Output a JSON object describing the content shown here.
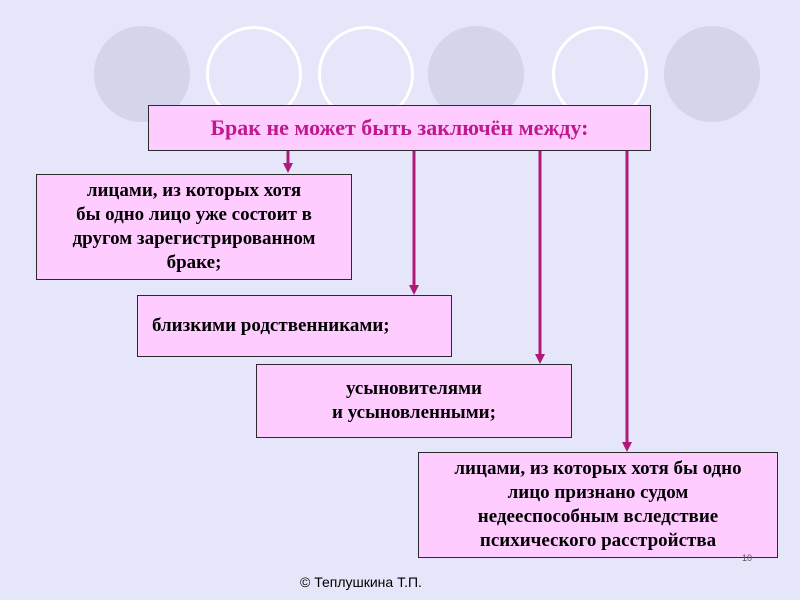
{
  "slide": {
    "title": "Брак не может быть заключён между:",
    "items": [
      {
        "text": "лицами, из которых хотя\nбы одно лицо уже состоит в\nдругом зарегистрированном\nбраке;"
      },
      {
        "text": "близкими родственниками;"
      },
      {
        "text": "усыновителями\nи усыновленными;"
      },
      {
        "text": "лицами, из которых хотя бы одно\nлицо признано судом\nнедееспособным вследствие\nпсихического расстройства"
      }
    ],
    "footer": "© Теплушкина  Т.П.",
    "page_number": "10"
  },
  "colors": {
    "background": "#e6e6fa",
    "box_fill": "#ffccff",
    "title_text": "#c0198f",
    "arrow": "#b0197a"
  }
}
